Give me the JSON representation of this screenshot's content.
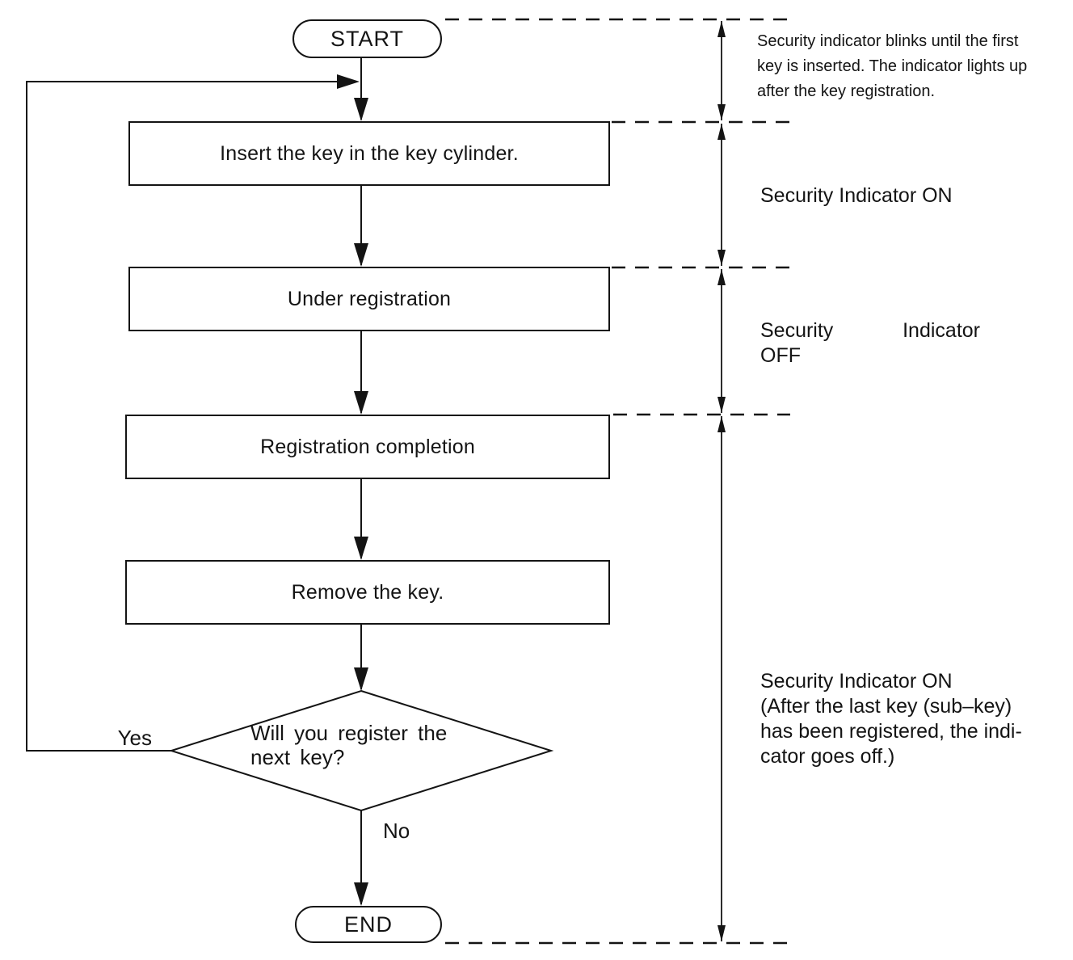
{
  "flowchart": {
    "start_label": "START",
    "end_label": "END",
    "steps": [
      {
        "label": "Insert the key in the key cylinder."
      },
      {
        "label": "Under registration"
      },
      {
        "label": "Registration completion"
      },
      {
        "label": "Remove the key."
      }
    ],
    "decision": {
      "label": "Will you register the\nnext key?",
      "yes_label": "Yes",
      "no_label": "No"
    }
  },
  "annotations": {
    "blink_note": "Security indicator blinks until the first\nkey is inserted. The indicator lights up\nafter the key registration.",
    "indicator_on": "Security Indicator ON",
    "indicator_off": {
      "word1": "Security",
      "word2": "Indicator",
      "line2": "OFF"
    },
    "indicator_on_last": "Security Indicator ON\n(After the last key (sub–key)\nhas been registered, the indi-\ncator goes off.)"
  },
  "colors": {
    "ink": "#141414",
    "background": "#ffffff"
  }
}
